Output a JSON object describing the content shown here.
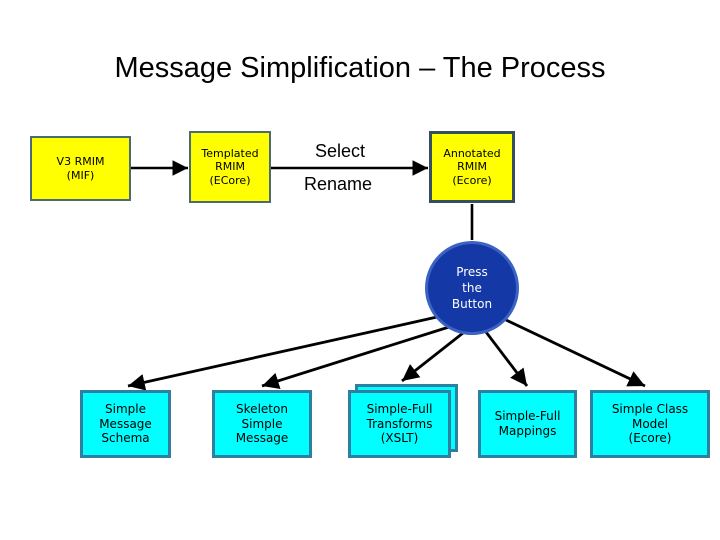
{
  "slide": {
    "title": "Message Simplification – The Process",
    "background_color": "#FFFFFF"
  },
  "colors": {
    "box_fill_yellow": "#FFFF00",
    "box_fill_cyan": "#00FFFF",
    "box_border_steel": "#2E7FA0",
    "box_border_slate": "#4A6A74",
    "circle_fill": "#1438A6",
    "circle_border": "#3B62C4",
    "circle_text": "#FFFFFF",
    "connector": "#000000",
    "text": "#000000"
  },
  "pipeline": {
    "top_row": [
      {
        "id": "v3-rmim",
        "lines": [
          "V3 RMIM",
          "(MIF)"
        ],
        "fill": "#FFFF00",
        "font_size": 11
      },
      {
        "id": "templated-rmim",
        "lines": [
          "Templated",
          "RMIM",
          "(ECore)"
        ],
        "fill": "#FFFF00",
        "font_size": 11
      },
      {
        "id": "annotated-rmim",
        "lines": [
          "Annotated",
          "RMIM",
          "(Ecore)"
        ],
        "fill": "#FFFF00",
        "font_size": 11
      }
    ],
    "edge_labels": {
      "above": "Select",
      "below": "Rename"
    },
    "action_node": {
      "id": "press-the-button",
      "lines": [
        "Press",
        "the",
        "Button"
      ],
      "fill": "#1438A6",
      "text_color": "#FFFFFF"
    },
    "outputs": [
      {
        "id": "simple-message-schema",
        "lines": [
          "Simple",
          "Message",
          "Schema"
        ],
        "fill": "#00FFFF",
        "stacked": false,
        "font_size": 12
      },
      {
        "id": "skeleton-simple-message",
        "lines": [
          "Skeleton",
          "Simple",
          "Message"
        ],
        "fill": "#00FFFF",
        "stacked": false,
        "font_size": 12
      },
      {
        "id": "simple-full-transforms",
        "lines": [
          "Simple-Full",
          "Transforms",
          "(XSLT)"
        ],
        "fill": "#00FFFF",
        "stacked": true,
        "font_size": 12
      },
      {
        "id": "simple-full-mappings",
        "lines": [
          "Simple-Full",
          "Mappings"
        ],
        "fill": "#00FFFF",
        "stacked": false,
        "font_size": 12
      },
      {
        "id": "simple-class-model",
        "lines": [
          "Simple Class",
          "Model",
          "(Ecore)"
        ],
        "fill": "#00FFFF",
        "stacked": false,
        "font_size": 12
      }
    ]
  }
}
